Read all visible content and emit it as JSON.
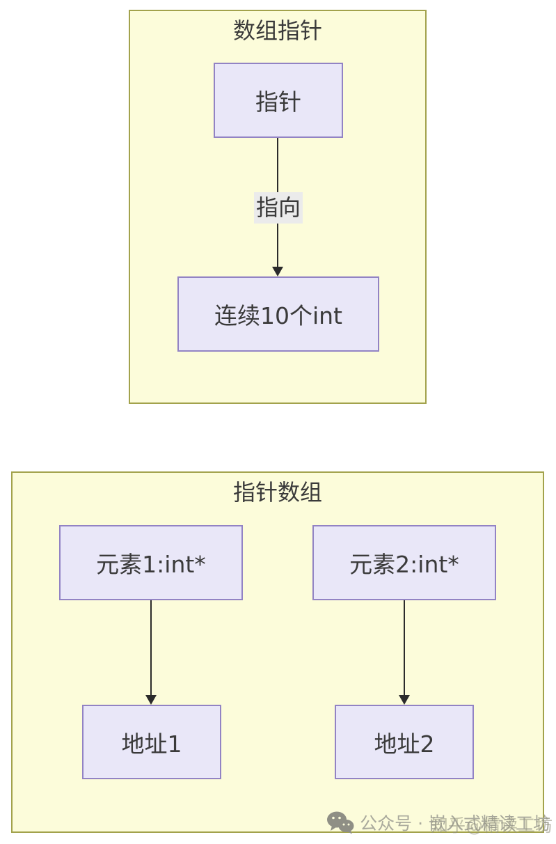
{
  "colors": {
    "page_background": "#FFFFFF",
    "package_fill": "#FCFCDA",
    "package_border": "#A2A24C",
    "node_fill": "#E9E7F8",
    "node_border": "#9283C4",
    "text": "#3A3A3A",
    "edge": "#2B2B2B",
    "edge_label_bg": "#EBEBEB",
    "watermark_text": "#A9A99C",
    "watermark_icon": "#8F8F85"
  },
  "diagram1": {
    "title": "数组指针",
    "nodes": [
      {
        "id": "pointer",
        "label": "指针"
      },
      {
        "id": "ints",
        "label": "连续10个int"
      }
    ],
    "edges": [
      {
        "from": "pointer",
        "to": "ints",
        "label": "指向",
        "direction": "down"
      }
    ]
  },
  "diagram2": {
    "title": "指针数组",
    "nodes": [
      {
        "id": "elem1",
        "label": "元素1:int*"
      },
      {
        "id": "elem2",
        "label": "元素2:int*"
      },
      {
        "id": "addr1",
        "label": "地址1"
      },
      {
        "id": "addr2",
        "label": "地址2"
      }
    ],
    "edges": [
      {
        "from": "elem1",
        "to": "addr1",
        "label": "",
        "direction": "down"
      },
      {
        "from": "elem2",
        "to": "addr2",
        "label": "",
        "direction": "down"
      }
    ]
  },
  "watermark": {
    "icon": "wechat-icon",
    "text": "公众号 · 嵌入式精读工坊",
    "overlay_text": "知乎@精读工坊"
  }
}
